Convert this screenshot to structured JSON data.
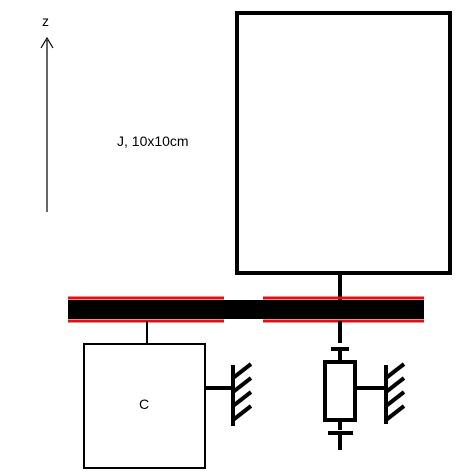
{
  "axis": {
    "label": "z"
  },
  "labels": {
    "inertia": "J, 10x10cm",
    "block": "C"
  },
  "colors": {
    "line": "#000000",
    "rail": "#e0101a",
    "background": "#ffffff"
  }
}
